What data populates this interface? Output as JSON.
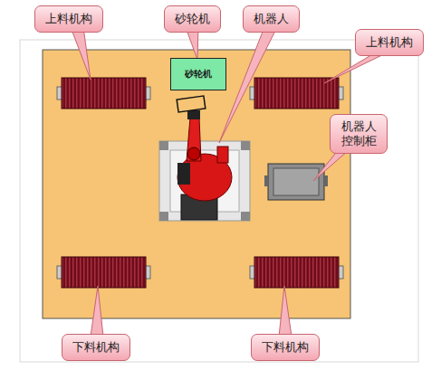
{
  "diagram": {
    "nodes": [
      {
        "text": [
          "上料机构"
        ]
      },
      {
        "text": [
          "砂轮机"
        ]
      },
      {
        "text": [
          "机器人"
        ]
      },
      {
        "text": [
          "上料机构"
        ]
      },
      {
        "text": [
          "砂轮机"
        ]
      },
      {
        "text": [
          "机器人 控制柜"
        ]
      },
      {
        "text": [
          "下料机构"
        ]
      },
      {
        "text": [
          "下料机构"
        ]
      }
    ]
  }
}
